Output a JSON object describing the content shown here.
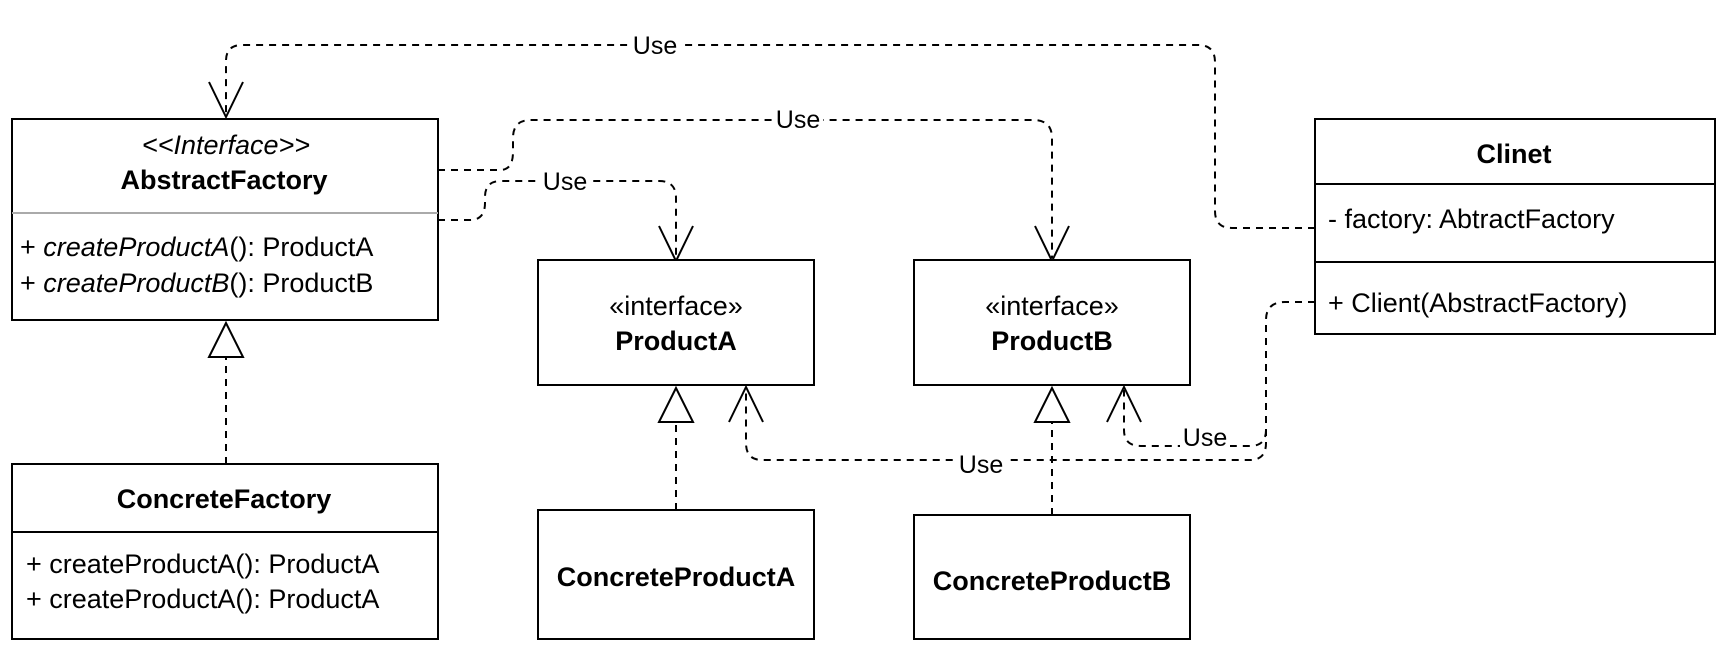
{
  "classes": {
    "abstract_factory": {
      "stereotype": "<<Interface>>",
      "name": "AbstractFactory",
      "methods": [
        {
          "prefix": "+ ",
          "name": "createProductA",
          "suffix": "(): ProductA"
        },
        {
          "prefix": "+ ",
          "name": "createProductB",
          "suffix": "(): ProductB"
        }
      ]
    },
    "concrete_factory": {
      "name": "ConcreteFactory",
      "methods": [
        "+ createProductA(): ProductA",
        "+ createProductA(): ProductA"
      ]
    },
    "product_a": {
      "stereotype": "«interface»",
      "name": "ProductA"
    },
    "product_b": {
      "stereotype": "«interface»",
      "name": "ProductB"
    },
    "concrete_product_a": {
      "name": "ConcreteProductA"
    },
    "concrete_product_b": {
      "name": "ConcreteProductB"
    },
    "client": {
      "name": "Clinet",
      "attribute": "- factory: AbtractFactory",
      "operation": "+ Client(AbstractFactory)"
    }
  },
  "relations": {
    "use_label": "Use"
  }
}
